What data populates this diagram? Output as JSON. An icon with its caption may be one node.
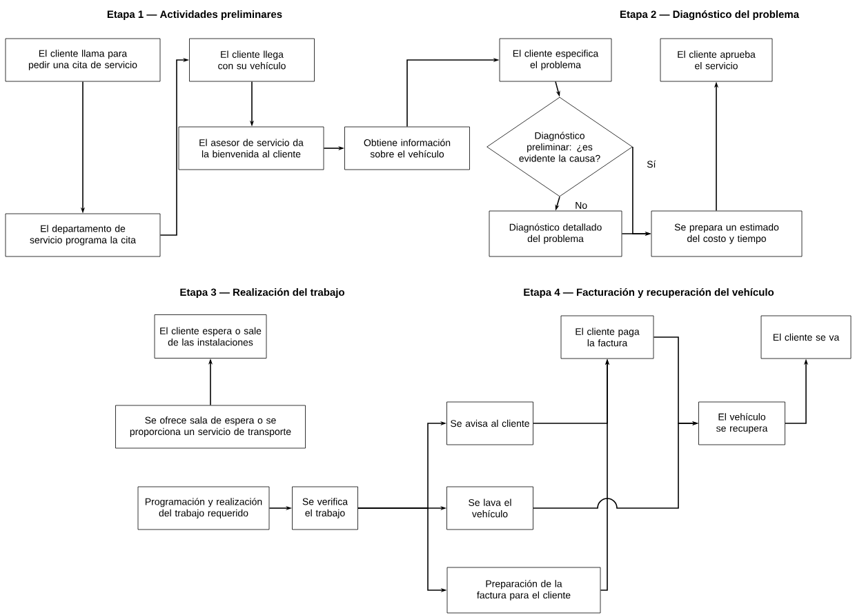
{
  "diagram": {
    "nodes": [
      {
        "text": [
          "El cliente llama para pedir una cita de servicio"
        ]
      },
      {
        "text": [
          "El departamento de servicio programa la cita"
        ]
      },
      {
        "text": [
          "El cliente llega con su vehículo"
        ]
      },
      {
        "text": [
          "El asesor de servicio da la bienvenida al cliente"
        ]
      },
      {
        "text": [
          "Obtiene información sobre el vehículo"
        ]
      },
      {
        "text": [
          "El cliente especifica el problema"
        ]
      },
      {
        "text": [
          "Diagnóstico preliminar: ¿es evidente la causa?"
        ]
      },
      {
        "text": [
          "Diagnóstico detallado del problema"
        ]
      },
      {
        "text": [
          "Se prepara un estimado del costo y tiempo"
        ]
      },
      {
        "text": [
          "El cliente aprueba el servicio"
        ]
      },
      {
        "text": [
          "El cliente espera o sale de las instalaciones"
        ]
      },
      {
        "text": [
          "Se ofrece sala de espera o se proporciona un servicio de transporte"
        ]
      },
      {
        "text": [
          "Programación y realización del trabajo requerido"
        ]
      },
      {
        "text": [
          "Se verifica el trabajo"
        ]
      },
      {
        "text": [
          "El cliente paga la factura"
        ]
      },
      {
        "text": [
          "El cliente se va"
        ]
      },
      {
        "text": [
          "Se avisa al cliente"
        ]
      },
      {
        "text": [
          "El vehículo se recupera"
        ]
      },
      {
        "text": [
          "Se lava el vehículo"
        ]
      },
      {
        "text": [
          "Preparación de la factura para el cliente"
        ]
      }
    ],
    "edges": [
      {
        "from": 0,
        "to": 1,
        "arrow": "to"
      },
      {
        "from": 1,
        "to": 2,
        "arrow": "to"
      },
      {
        "from": 2,
        "to": 3,
        "arrow": "to"
      },
      {
        "from": 3,
        "to": 4,
        "arrow": "to"
      },
      {
        "from": 4,
        "to": 5,
        "arrow": "to"
      },
      {
        "from": 5,
        "to": 6,
        "arrow": "to"
      },
      {
        "from": 6,
        "to": 7,
        "arrow": "to",
        "label": "No"
      },
      {
        "from": 6,
        "to": 8,
        "arrow": "to",
        "label": "Sí"
      },
      {
        "from": 7,
        "to": 8,
        "arrow": "to"
      },
      {
        "from": 8,
        "to": 9,
        "arrow": "to"
      },
      {
        "from": 11,
        "to": 10,
        "arrow": "to"
      },
      {
        "from": 12,
        "to": 13,
        "arrow": "to"
      },
      {
        "from": 13,
        "to": 16,
        "arrow": "to"
      },
      {
        "from": 13,
        "to": 18,
        "arrow": "to"
      },
      {
        "from": 13,
        "to": 19,
        "arrow": "to"
      },
      {
        "from": 16,
        "to": 14,
        "arrow": "to"
      },
      {
        "from": 19,
        "to": 14,
        "arrow": "to"
      },
      {
        "from": 18,
        "to": 17,
        "arrow": "to"
      },
      {
        "from": 14,
        "to": 17,
        "arrow": "to"
      },
      {
        "from": 17,
        "to": 15,
        "arrow": "to"
      }
    ],
    "labels": [
      "Etapa 1 — Actividades preliminares",
      "Etapa 2 — Diagnóstico del problema",
      "Etapa 3 — Realización del trabajo",
      "Etapa 4 — Facturación y recuperación del vehículo"
    ]
  }
}
